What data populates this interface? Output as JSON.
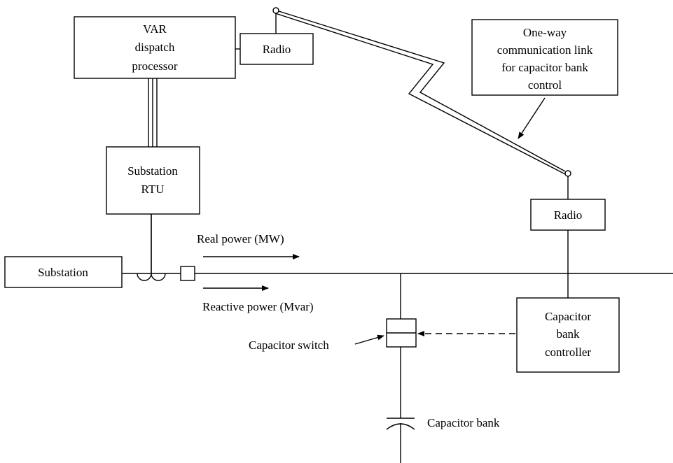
{
  "boxes": {
    "var_processor": [
      "VAR",
      "dispatch",
      "processor"
    ],
    "radio_top": "Radio",
    "comm_link_note": [
      "One-way",
      "communication link",
      "for capacitor bank",
      "control"
    ],
    "substation_rtu": [
      "Substation",
      "RTU"
    ],
    "radio_right": "Radio",
    "substation": "Substation",
    "cap_controller": [
      "Capacitor",
      "bank",
      "controller"
    ]
  },
  "labels": {
    "real_power": "Real power (MW)",
    "reactive_power": "Reactive power (Mvar)",
    "cap_switch": "Capacitor switch",
    "cap_bank": "Capacitor bank"
  }
}
